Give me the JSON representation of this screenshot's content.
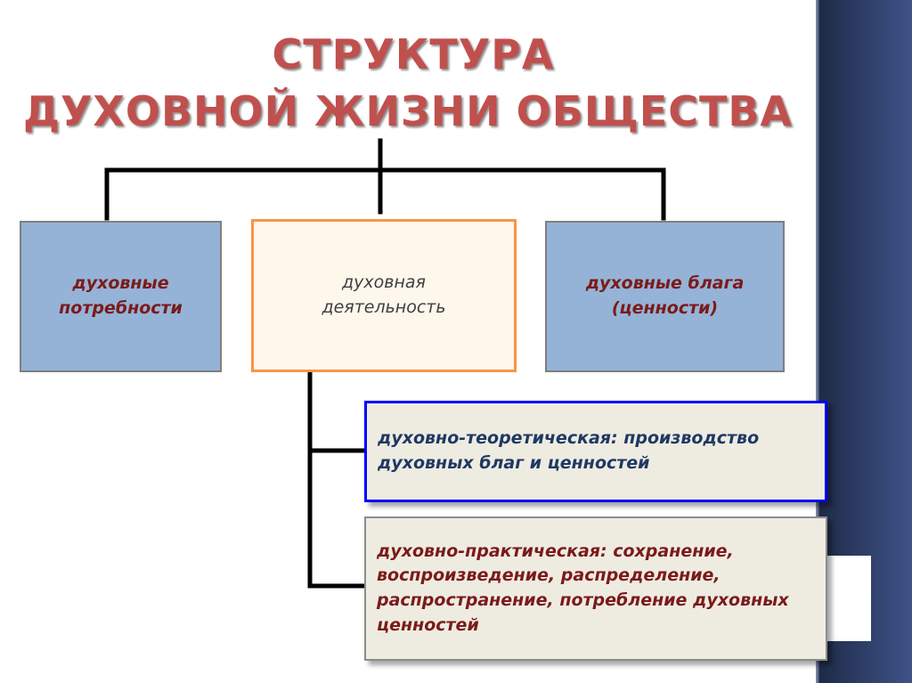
{
  "title": {
    "line1": "СТРУКТУРА",
    "line2": "ДУХОВНОЙ ЖИЗНИ ОБЩЕСТВА"
  },
  "boxes": {
    "needs": "духовные потребности",
    "activity": "духовная деятельность",
    "goods": "духовные блага (ценности)"
  },
  "activity_types": {
    "theoretical": "духовно-теоретическая: производство духовных благ и ценностей",
    "practical": "духовно-практическая: сохранение, воспроизведение, распределение, распространение, потребление духовных ценностей"
  },
  "colors": {
    "title": "#c0504d",
    "blue_box": "#95b3d7",
    "center_border": "#f79646",
    "theory_border": "#0000ff",
    "sub_bg": "#eeece1"
  }
}
